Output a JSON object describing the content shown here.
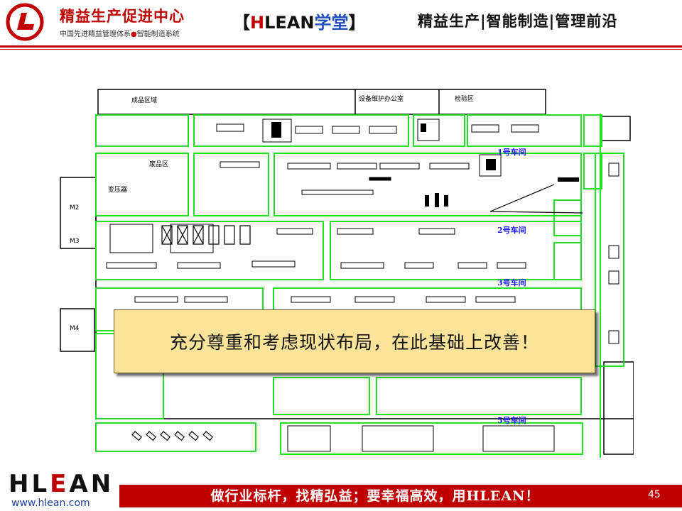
{
  "header": {
    "brand_name": "精益生产促进中心",
    "brand_sub_left": "中国先进精益管理体系",
    "brand_sub_dot": "●",
    "brand_sub_right": "智能制造系统",
    "tag_open": "【",
    "tag_h": "H",
    "tag_lean": "LEAN",
    "tag_xt": "学堂",
    "tag_close": "】",
    "slogan": "精益生产|智能制造|管理前沿"
  },
  "plan": {
    "labels": {
      "finished_goods": "成品区域",
      "equipment_repair": "设备维护办公室",
      "inspection": "检验区",
      "transformer": "变压器",
      "waste": "废品区",
      "m2": "M2",
      "m3": "M3",
      "m4": "M4",
      "workshop1": "1号车间",
      "workshop2": "2号车间",
      "workshop3": "3号车间",
      "workshop5": "5号车间"
    },
    "colors": {
      "zone_border": "#22e022",
      "walls": "#000000",
      "workshop_label": "#1a1aff"
    }
  },
  "callout": {
    "text": "充分尊重和考虑现状布局，在此基础上改善！",
    "bg": "#fbe39a"
  },
  "footer": {
    "logo_h": "H",
    "logo_l": "L",
    "logo_e": "E",
    "logo_an": "AN",
    "url": "www.hlean.com",
    "motto": "做行业标杆，找精弘益；要幸福高效，用HLEAN！",
    "page": "45"
  },
  "accent_color": "#c00000"
}
